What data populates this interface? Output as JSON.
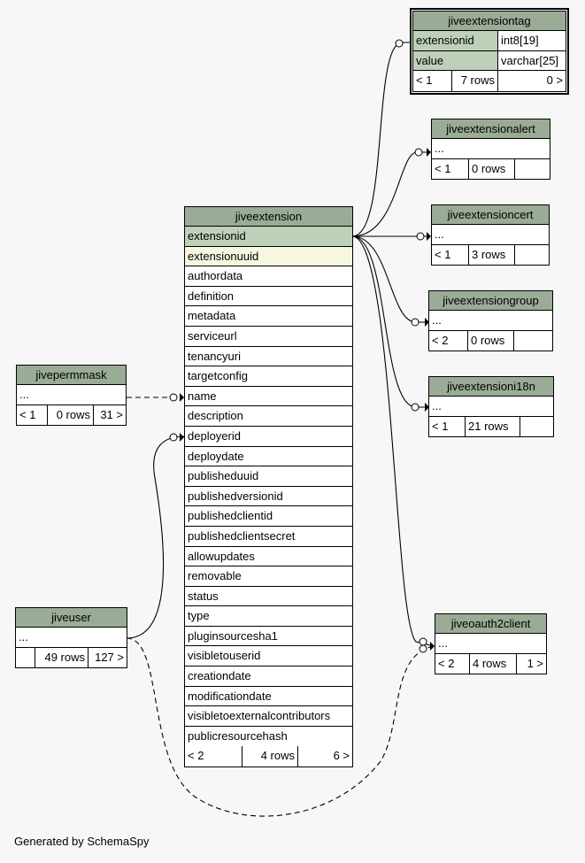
{
  "tables": {
    "jiveextensiontag": {
      "title": "jiveextensiontag",
      "columns": [
        {
          "name": "extensionid",
          "type": "int8[19]"
        },
        {
          "name": "value",
          "type": "varchar[25]"
        }
      ],
      "footer": [
        "< 1",
        "7 rows",
        "0 >"
      ]
    },
    "jiveextensionalert": {
      "title": "jiveextensionalert",
      "columns": [
        "..."
      ],
      "footer": [
        "< 1",
        "0 rows",
        ""
      ]
    },
    "jiveextensioncert": {
      "title": "jiveextensioncert",
      "columns": [
        "..."
      ],
      "footer": [
        "< 1",
        "3 rows",
        ""
      ]
    },
    "jiveextensiongroup": {
      "title": "jiveextensiongroup",
      "columns": [
        "..."
      ],
      "footer": [
        "< 2",
        "0 rows",
        ""
      ]
    },
    "jiveextensioni18n": {
      "title": "jiveextensioni18n",
      "columns": [
        "..."
      ],
      "footer": [
        "< 1",
        "21 rows",
        ""
      ]
    },
    "jiveoauth2client": {
      "title": "jiveoauth2client",
      "columns": [
        "..."
      ],
      "footer": [
        "< 2",
        "4 rows",
        "1 >"
      ]
    },
    "jivepermmask": {
      "title": "jivepermmask",
      "columns": [
        "..."
      ],
      "footer": [
        "< 1",
        "0 rows",
        "31 >"
      ]
    },
    "jiveuser": {
      "title": "jiveuser",
      "columns": [
        "..."
      ],
      "footer": [
        "",
        "49 rows",
        "127 >"
      ]
    },
    "jiveextension": {
      "title": "jiveextension",
      "columns": [
        "extensionid",
        "extensionuuid",
        "authordata",
        "definition",
        "metadata",
        "serviceurl",
        "tenancyuri",
        "targetconfig",
        "name",
        "description",
        "deployerid",
        "deploydate",
        "publisheduuid",
        "publishedversionid",
        "publishedclientid",
        "publishedclientsecret",
        "allowupdates",
        "removable",
        "status",
        "type",
        "pluginsourcesha1",
        "visibletouserid",
        "creationdate",
        "modificationdate",
        "visibletoexternalcontributors",
        "publicresourcehash"
      ],
      "footer": [
        "< 2",
        "4 rows",
        "6 >"
      ]
    }
  },
  "footer_text": "Generated by SchemaSpy"
}
